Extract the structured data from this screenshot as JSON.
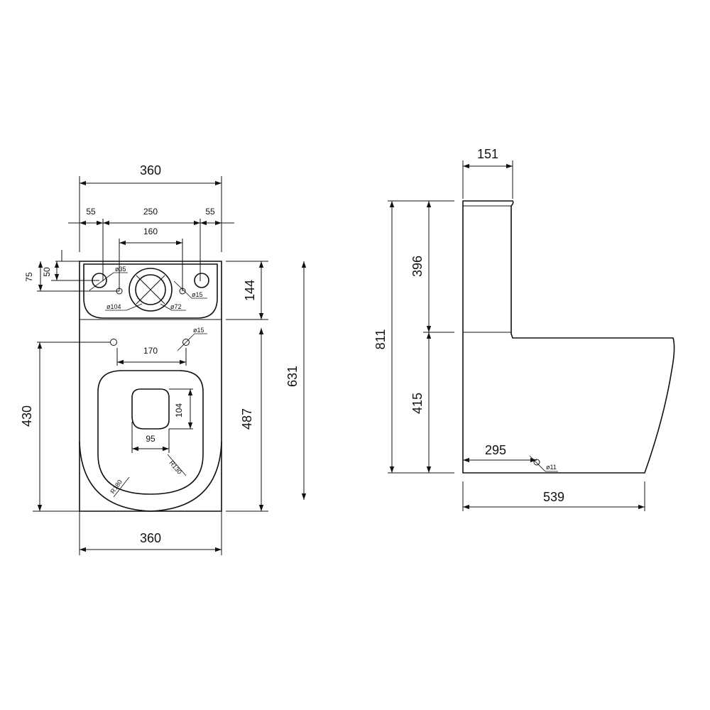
{
  "top_view": {
    "width_top": "360",
    "hole_left": "55",
    "hole_span": "250",
    "hole_right": "55",
    "inner_span": "160",
    "dim_75": "75",
    "dim_50": "50",
    "d35": "ø35",
    "d15_tank": "ø15",
    "d104": "ø104",
    "d72": "ø72",
    "d15_bowl": "ø15",
    "dim_170": "170",
    "tank_depth": "144",
    "overall_depth": "631",
    "left_depth": "430",
    "bowl_depth": "487",
    "opening_h": "104",
    "opening_w": "95",
    "r130": "R130",
    "r180": "R180",
    "width_bottom": "360"
  },
  "side_view": {
    "tank_thickness": "151",
    "tank_height": "396",
    "total_height": "811",
    "bowl_height": "415",
    "outlet_dist": "295",
    "d11": "ø11",
    "overall_length": "539"
  }
}
